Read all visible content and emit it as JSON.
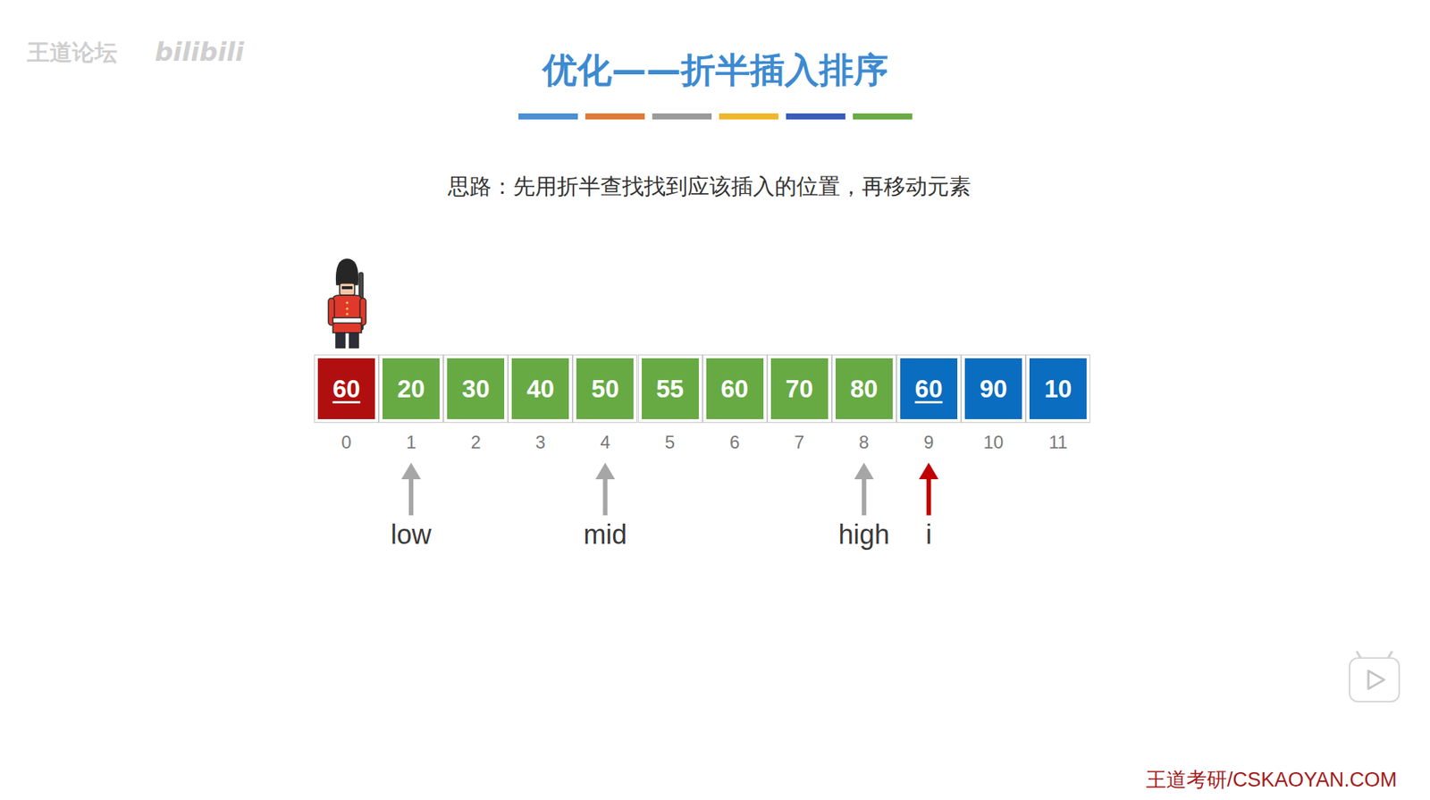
{
  "diagram": {
    "title": "优化——折半插入排序",
    "nodes": [
      {
        "text": [
          "60"
        ]
      },
      {
        "text": [
          "20"
        ]
      },
      {
        "text": [
          "30"
        ]
      },
      {
        "text": [
          "40"
        ]
      },
      {
        "text": [
          "50"
        ]
      },
      {
        "text": [
          "55"
        ]
      },
      {
        "text": [
          "60"
        ]
      },
      {
        "text": [
          "70"
        ]
      },
      {
        "text": [
          "80"
        ]
      },
      {
        "text": [
          "60"
        ]
      },
      {
        "text": [
          "90"
        ]
      },
      {
        "text": [
          "10"
        ]
      }
    ],
    "labels": [
      "王道论坛",
      "bilibili",
      "思路：先用折半查找找到应该插入的位置，再移动元素",
      "0",
      "1",
      "2",
      "3",
      "4",
      "5",
      "6",
      "7",
      "8",
      "9",
      "10",
      "11",
      "low",
      "mid",
      "high",
      "i",
      "王道考研/CSKAOYAN.COM"
    ]
  }
}
